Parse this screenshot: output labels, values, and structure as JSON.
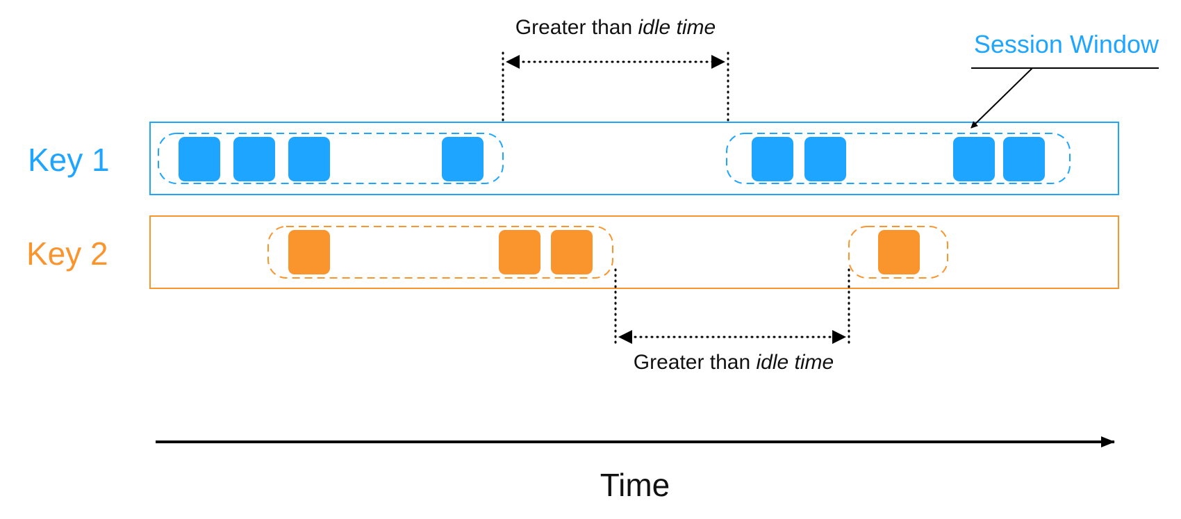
{
  "diagram": {
    "title": "",
    "legend": {
      "label": "Session Window"
    },
    "colors": {
      "key1": "#1EA5FF",
      "key2": "#FA942D",
      "text": "#111111",
      "arrow": "#000000"
    },
    "keys": [
      {
        "label": "Key 1",
        "color_ref": "key1",
        "sessions": [
          {
            "event_count": 4
          },
          {
            "event_count": 4
          }
        ]
      },
      {
        "label": "Key 2",
        "color_ref": "key2",
        "sessions": [
          {
            "event_count": 3
          },
          {
            "event_count": 1
          }
        ]
      }
    ],
    "gaps": [
      {
        "prefix": "Greater than ",
        "emphasis": "idle time",
        "between": "Key 1 session 1 and session 2"
      },
      {
        "prefix": "Greater than ",
        "emphasis": "idle time",
        "between": "Key 2 session 1 and session 2"
      }
    ],
    "time_axis": {
      "label": "Time"
    }
  }
}
